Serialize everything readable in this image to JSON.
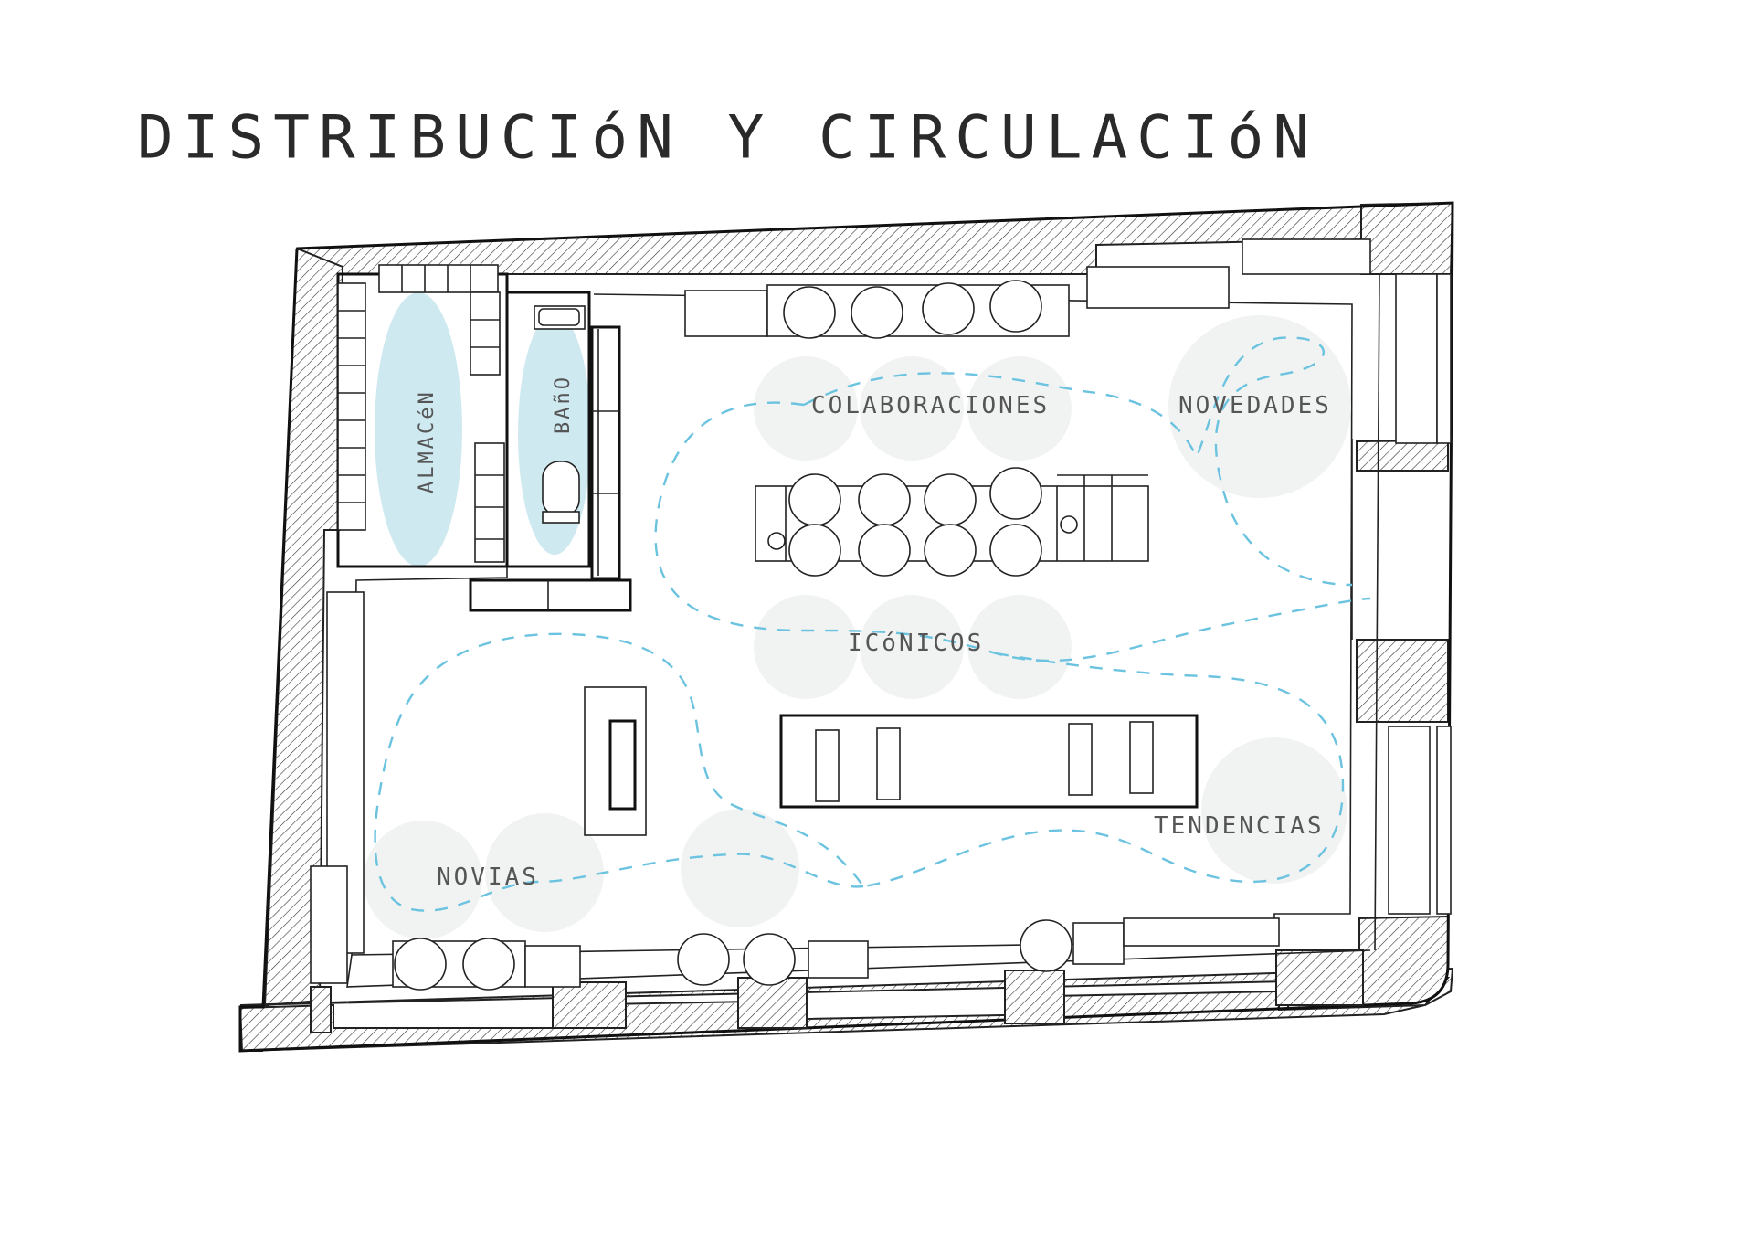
{
  "title": "DISTRIBUCIóN Y CIRCULACIóN",
  "rooms": {
    "almacen": "ALMACéN",
    "bano": "BAñO"
  },
  "zones": {
    "colaboraciones": "COLABORACIONES",
    "novedades": "NOVEDADES",
    "iconicos": "ICóNICOS",
    "tendencias": "TENDENCIAS",
    "novias": "NOVIAS"
  },
  "colors": {
    "wall_hatch": "#222222",
    "zone_fill": "#f1f3f2",
    "circulation_path": "#6cc3e0",
    "service_rooms": "#cfe9f1"
  }
}
